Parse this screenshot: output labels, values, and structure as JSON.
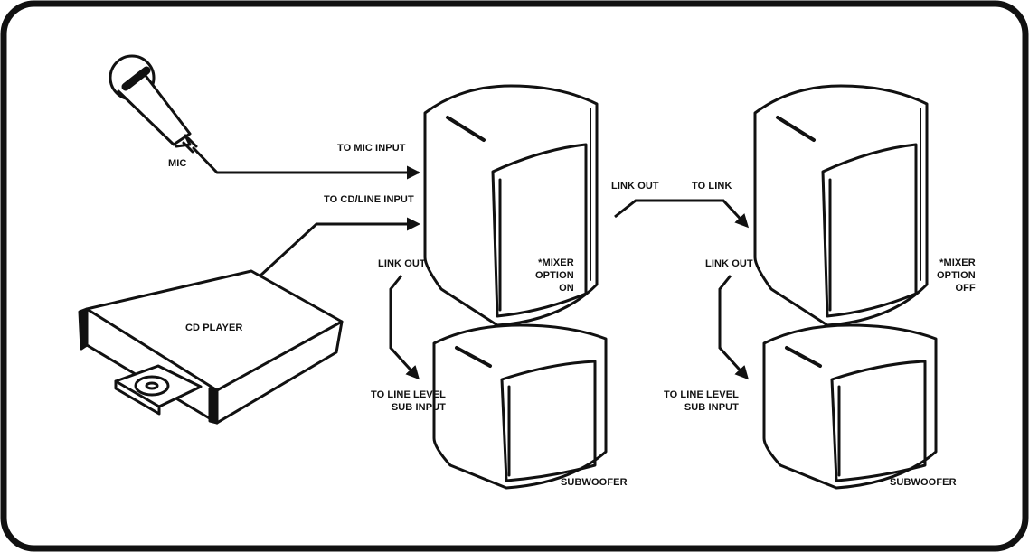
{
  "labels": {
    "mic": "MIC",
    "to_mic_input": "TO MIC INPUT",
    "to_cd_line_input": "TO CD/LINE INPUT",
    "cd_player": "CD PLAYER",
    "link_out_left": "LINK OUT",
    "mixer_on": "*MIXER\nOPTION\nON",
    "to_line_level_left": "TO LINE LEVEL\nSUB INPUT",
    "subwoofer_left": "SUBWOOFER",
    "link_out_middle": "LINK OUT",
    "to_link": "TO LINK",
    "link_out_right": "LINK OUT",
    "mixer_off": "*MIXER\nOPTION\nOFF",
    "to_line_level_right": "TO LINE LEVEL\nSUB INPUT",
    "subwoofer_right": "SUBWOOFER"
  },
  "colors": {
    "line": "#111111",
    "background": "#ffffff"
  }
}
